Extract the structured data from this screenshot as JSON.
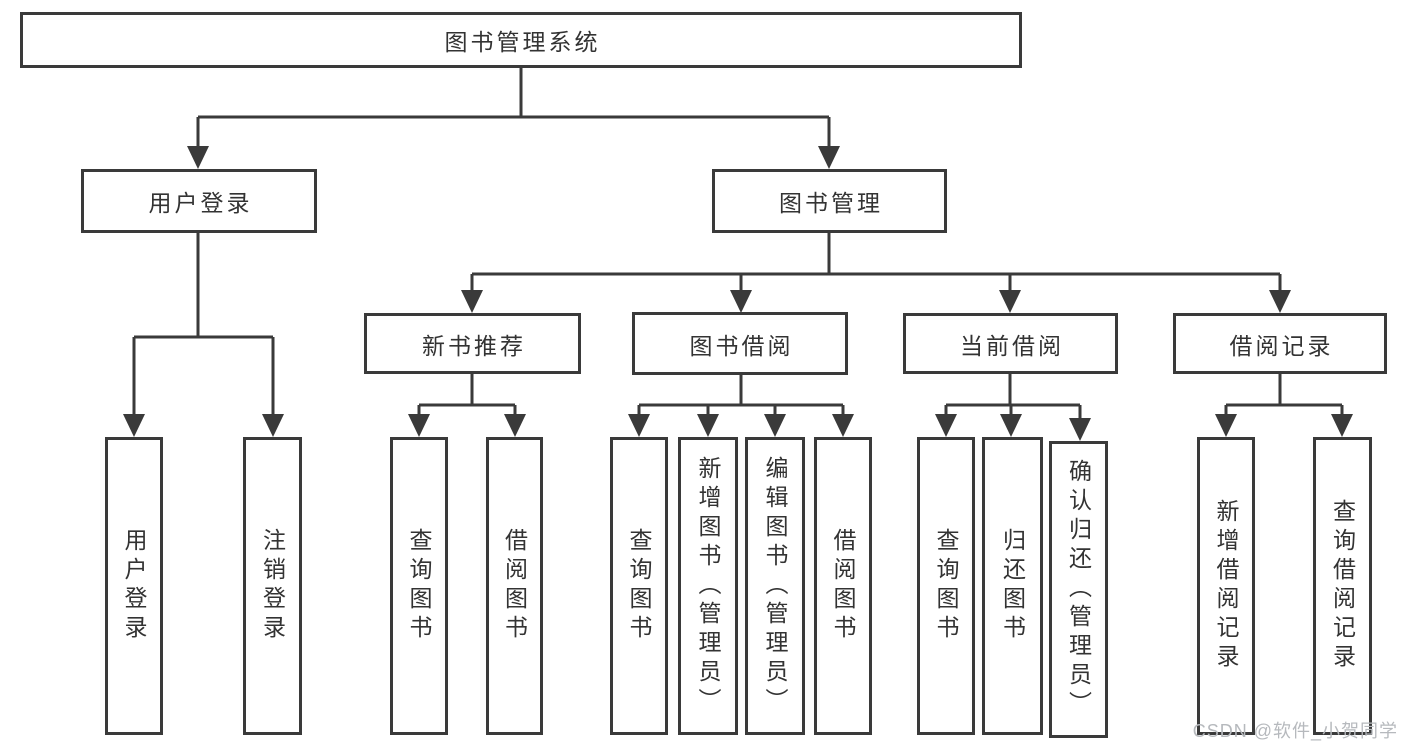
{
  "tree": {
    "root": {
      "label": "图书管理系统"
    },
    "level2": [
      {
        "label": "用户登录",
        "children": [
          {
            "label": "用户登录"
          },
          {
            "label": "注销登录"
          }
        ]
      },
      {
        "label": "图书管理",
        "children": [
          {
            "label": "新书推荐",
            "children": [
              {
                "label": "查询图书"
              },
              {
                "label": "借阅图书"
              }
            ]
          },
          {
            "label": "图书借阅",
            "children": [
              {
                "label": "查询图书"
              },
              {
                "label": "新增图书（管理员）"
              },
              {
                "label": "编辑图书（管理员）"
              },
              {
                "label": "借阅图书"
              }
            ]
          },
          {
            "label": "当前借阅",
            "children": [
              {
                "label": "查询图书"
              },
              {
                "label": "归还图书"
              },
              {
                "label": "确认归还（管理员）"
              }
            ]
          },
          {
            "label": "借阅记录",
            "children": [
              {
                "label": "新增借阅记录"
              },
              {
                "label": "查询借阅记录"
              }
            ]
          }
        ]
      }
    ]
  },
  "watermark": {
    "text": "CSDN @软件_小贺同学"
  },
  "colors": {
    "line": "#3a3a3a",
    "ink": "#333333",
    "box": "#ffffff",
    "bg": "#ffffff",
    "wm": "#b6b9bd"
  }
}
